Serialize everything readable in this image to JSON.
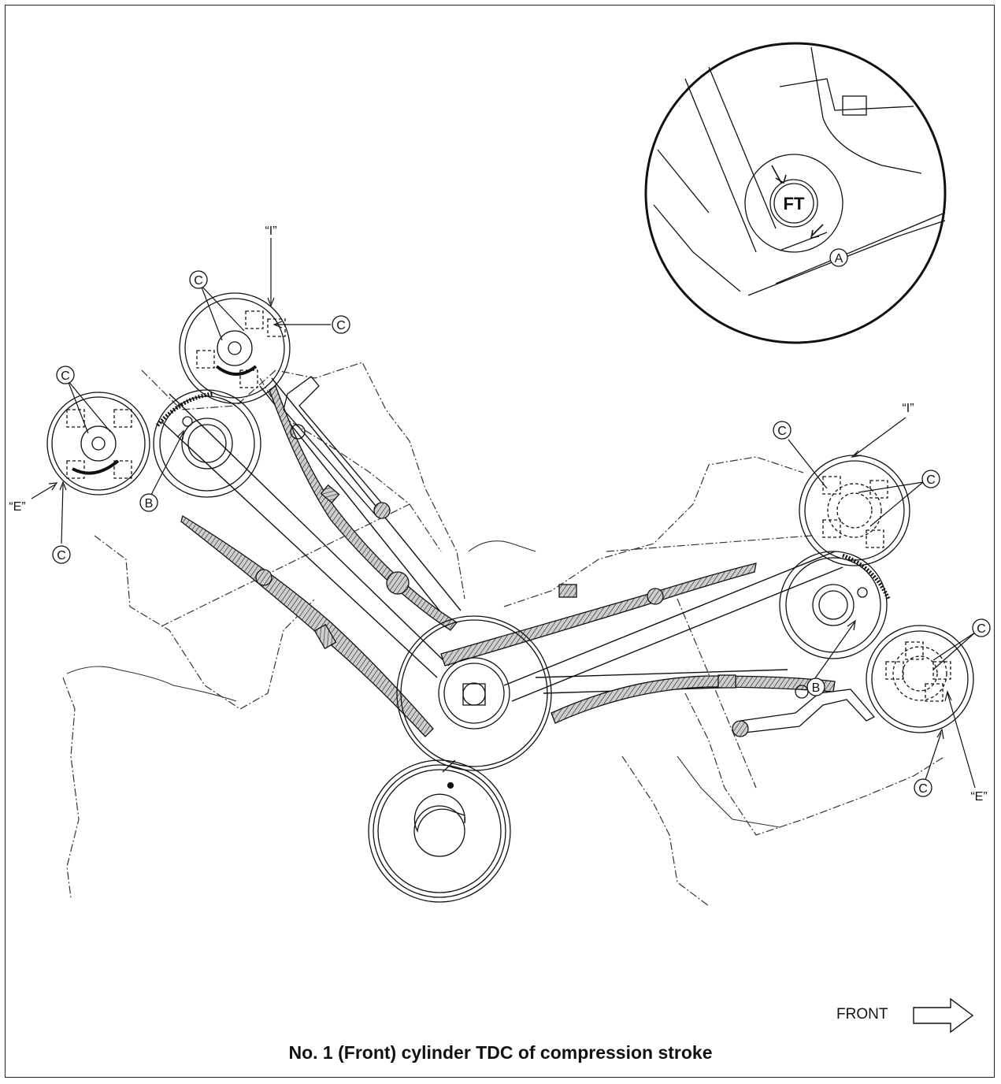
{
  "caption": "No. 1 (Front) cylinder TDC of compression stroke",
  "front_label": "FRONT",
  "detail_marks": {
    "text": "FT",
    "callout": "A"
  },
  "callouts": {
    "c": "C",
    "b": "B",
    "intake": "“I”",
    "exhaust": "“E”"
  },
  "colors": {
    "line": "#111111",
    "hatch": "#555555",
    "background": "#ffffff"
  }
}
